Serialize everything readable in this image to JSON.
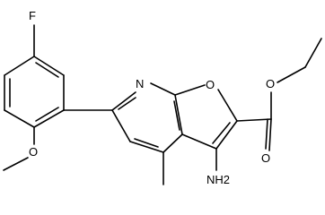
{
  "molecule": {
    "atoms": {
      "F": "F",
      "N": "N",
      "O_ring": "O",
      "O_methoxy": "O",
      "O_ester_single": "O",
      "O_carbonyl": "O",
      "NH2": "NH2"
    }
  }
}
